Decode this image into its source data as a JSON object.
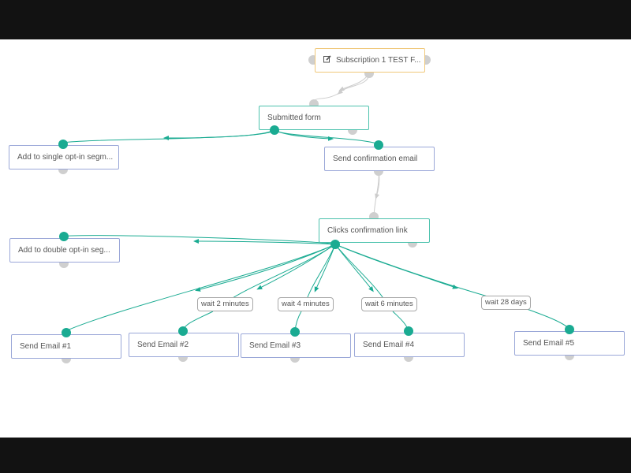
{
  "nodes": {
    "subscription": {
      "label": "Subscription 1 TEST F...",
      "icon": "edit-icon"
    },
    "submitted_form": {
      "label": "Submitted form"
    },
    "single_optin": {
      "label": "Add to single opt-in segm..."
    },
    "send_confirmation": {
      "label": "Send confirmation email"
    },
    "clicks_confirmation": {
      "label": "Clicks confirmation link"
    },
    "double_optin": {
      "label": "Add to double opt-in seg..."
    },
    "email1": {
      "label": "Send Email #1"
    },
    "email2": {
      "label": "Send Email #2"
    },
    "email3": {
      "label": "Send Email #3"
    },
    "email4": {
      "label": "Send Email #4"
    },
    "email5": {
      "label": "Send Email #5"
    }
  },
  "delays": {
    "wait2": "wait 2 minutes",
    "wait4": "wait 4 minutes",
    "wait6": "wait 6 minutes",
    "wait28": "wait 28 days"
  },
  "colors": {
    "connector": "#1aab92",
    "connector_default": "#cccccc",
    "action_border": "#9aa7d8",
    "trigger_border": "#f0c87a",
    "decision_border": "#4cc2ad",
    "port_inactive": "#cfcfcf"
  }
}
